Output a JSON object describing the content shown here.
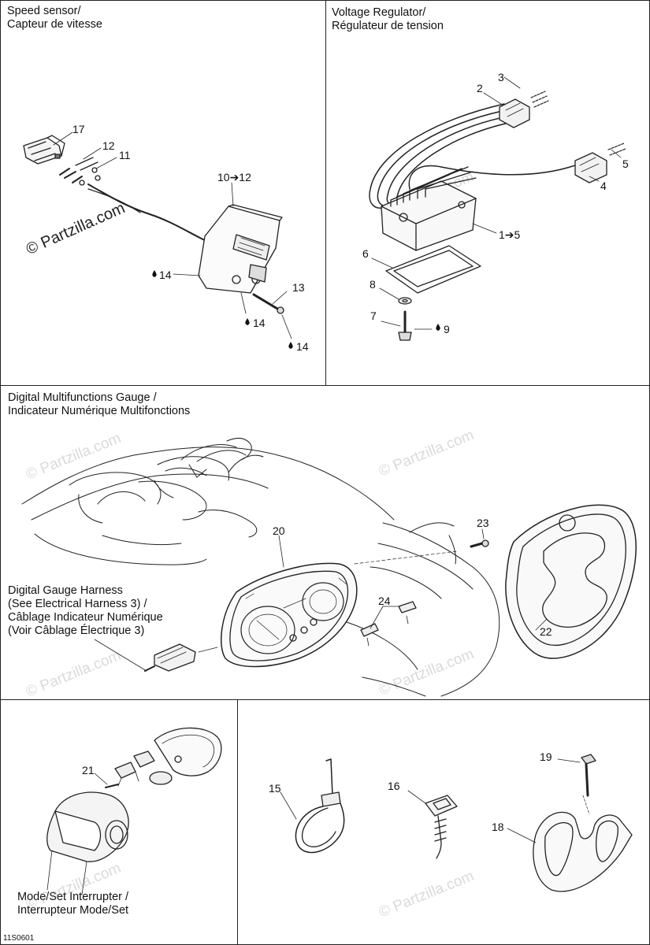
{
  "panels": {
    "speed_sensor": {
      "title_line1": "Speed sensor/",
      "title_line2": "Capteur de vitesse"
    },
    "voltage_regulator": {
      "title_line1": "Voltage Regulator/",
      "title_line2": "Régulateur de tension"
    },
    "digital_gauge": {
      "title_line1": "Digital Multifunctions Gauge /",
      "title_line2": "Indicateur Numérique Multifonctions"
    },
    "mode_set": {
      "label_line1": "Mode/Set Interrupter /",
      "label_line2": "Interrupteur Mode/Set"
    }
  },
  "harness_note": {
    "line1": "Digital Gauge Harness",
    "line2": "(See Electrical Harness 3) /",
    "line3": "Câblage Indicateur Numérique",
    "line4": "(Voir Câblage Électrique 3)"
  },
  "callouts": {
    "c17": "17",
    "c12": "12",
    "c11": "11",
    "c10_12": "10➔12",
    "c14a": "14",
    "c14b": "14",
    "c14c": "14",
    "c13": "13",
    "c3": "3",
    "c2": "2",
    "c5": "5",
    "c4": "4",
    "c1_5": "1➔5",
    "c6": "6",
    "c8": "8",
    "c7": "7",
    "c9": "9",
    "c20": "20",
    "c23": "23",
    "c24": "24",
    "c22": "22",
    "c21": "21",
    "c15": "15",
    "c16": "16",
    "c19": "19",
    "c18": "18"
  },
  "watermark_text": "© Partzilla.com",
  "figure_code": "11S0601",
  "icons": [
    "oil-drop-icon"
  ]
}
